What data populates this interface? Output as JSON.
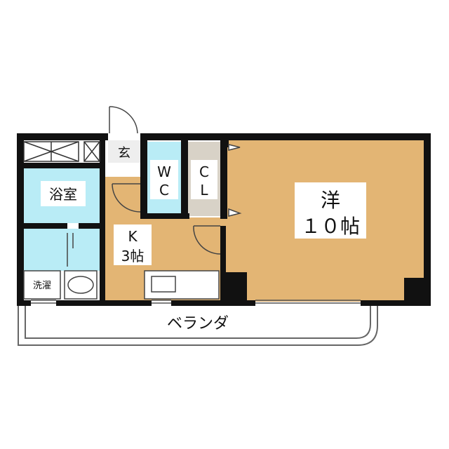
{
  "floorplan": {
    "colors": {
      "wall": "#111111",
      "western_room": "#e3b574",
      "kitchen": "#e3b574",
      "wet_area": "#b9ecf6",
      "closet": "#d8d2c7",
      "label_bg": "#ffffff",
      "line": "#555555"
    },
    "rooms": {
      "western": {
        "name": "洋",
        "size": "１０帖"
      },
      "kitchen": {
        "name": "K",
        "size": "3帖"
      },
      "bath": {
        "name": "浴室"
      },
      "toilet": {
        "line1": "W",
        "line2": "C"
      },
      "closet": {
        "line1": "C",
        "line2": "L"
      },
      "entrance": {
        "name": "玄"
      },
      "laundry": {
        "name": "洗濯"
      }
    },
    "veranda": {
      "name": "ベランダ"
    }
  }
}
